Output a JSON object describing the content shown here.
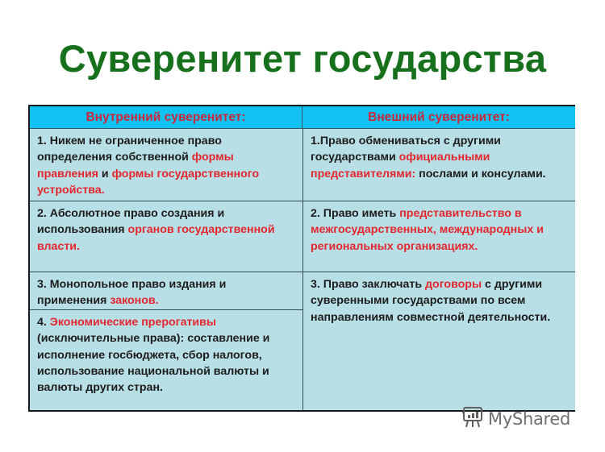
{
  "title": "Суверенитет государства",
  "table": {
    "headers": {
      "left": "Внутренний суверенитет:",
      "right": "Внешний суверенитет:"
    },
    "left": [
      {
        "parts": [
          {
            "text": "1. Никем не ограниченное право определения собственной ",
            "red": false
          },
          {
            "text": "формы правления",
            "red": true
          },
          {
            "text": " и ",
            "red": false
          },
          {
            "text": "формы государственного устройства.",
            "red": true
          }
        ]
      },
      {
        "parts": [
          {
            "text": "2. Абсолютное право создания и использования ",
            "red": false
          },
          {
            "text": "органов государственной власти.",
            "red": true
          }
        ]
      },
      {
        "parts": [
          {
            "text": "3. Монопольное право издания и применения ",
            "red": false
          },
          {
            "text": "законов.",
            "red": true
          }
        ]
      },
      {
        "parts": [
          {
            "text": "4. ",
            "red": false
          },
          {
            "text": "Экономические прерогативы",
            "red": true
          },
          {
            "text": " (исключительные права): составление и исполнение госбюджета, сбор налогов, использование национальной валюты и валюты других стран.",
            "red": false
          }
        ]
      }
    ],
    "right": [
      {
        "parts": [
          {
            "text": "1.Право обмениваться с другими государствами ",
            "red": false
          },
          {
            "text": "официальными представителями:",
            "red": true
          },
          {
            "text": " послами и консулами.",
            "red": false
          }
        ]
      },
      {
        "parts": [
          {
            "text": "2. Право иметь ",
            "red": false
          },
          {
            "text": "представительство в межгосударственных, международных и региональных организациях.",
            "red": true
          }
        ]
      },
      {
        "parts": [
          {
            "text": "3. Право заключать ",
            "red": false
          },
          {
            "text": "договоры",
            "red": true
          },
          {
            "text": " с другими суверенными государствами по всем направлениям совместной деятельности.",
            "red": false
          }
        ]
      }
    ]
  },
  "watermark": {
    "text": "MyShared",
    "icon": "presentation-board-icon"
  },
  "colors": {
    "title": "#16701c",
    "header_bg": "#10c2f2",
    "header_text": "#c8283a",
    "cell_bg": "#b9dfe6",
    "highlight": "#e4262e"
  }
}
